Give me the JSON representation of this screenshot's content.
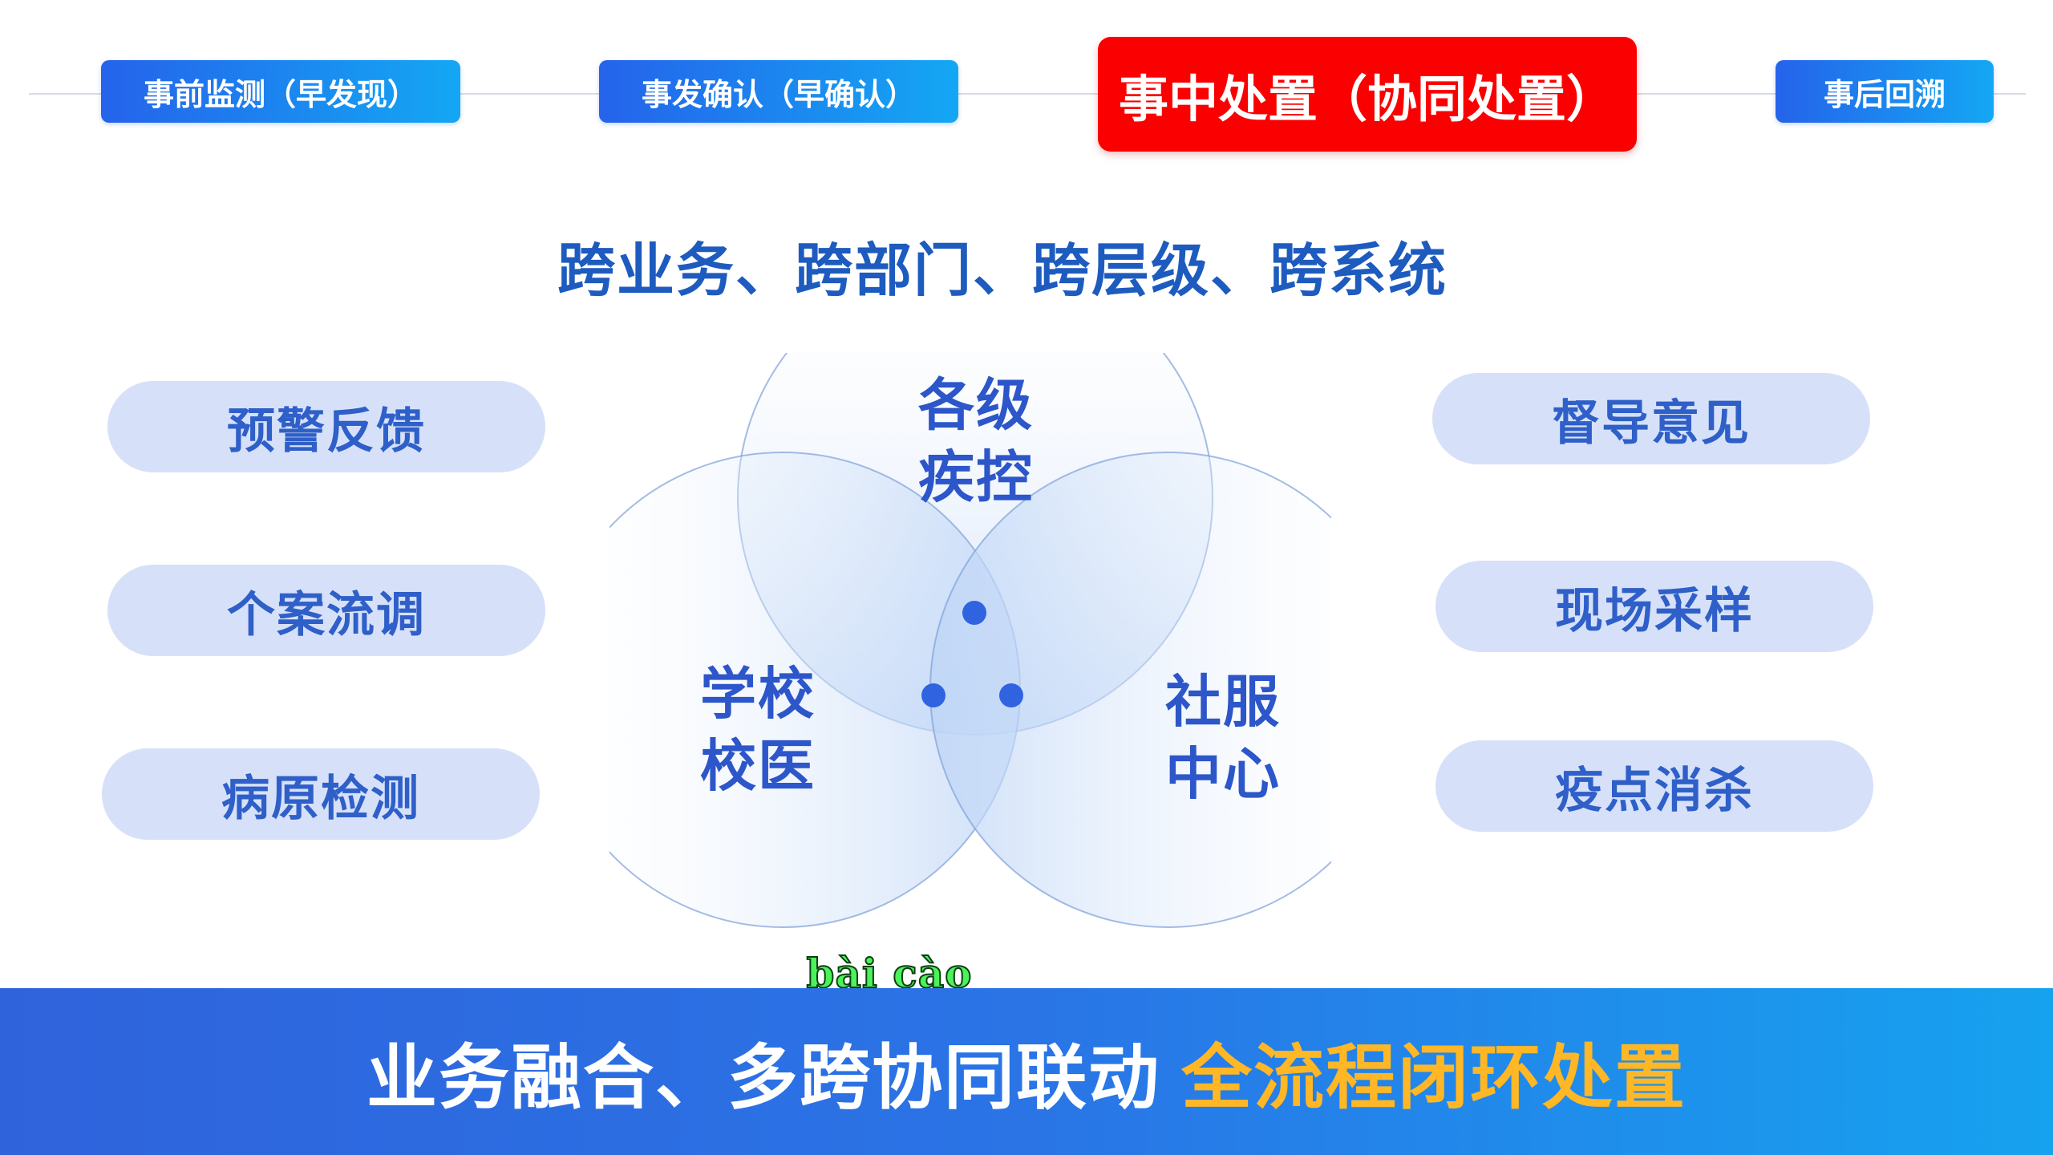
{
  "timeline": {
    "stages": [
      {
        "label": "事前监测（早发现）"
      },
      {
        "label": "事发确认（早确认）"
      },
      {
        "label": "事中处置（协同处置）",
        "active": true
      },
      {
        "label": "事后回溯"
      }
    ]
  },
  "headline": "跨业务、跨部门、跨层级、跨系统",
  "left_items": [
    "预警反馈",
    "个案流调",
    "病原检测"
  ],
  "right_items": [
    "督导意见",
    "现场采样",
    "疫点消杀"
  ],
  "venn": {
    "top": {
      "line1": "各级",
      "line2": "疾控"
    },
    "left": {
      "line1": "学校",
      "line2": "校医"
    },
    "right": {
      "line1": "社服",
      "line2": "中心"
    }
  },
  "overlay_caption": "bài cào",
  "footer": {
    "main_text": "业务融合、多跨协同联动",
    "highlight_text": "全流程闭环处置"
  },
  "colors": {
    "active_stage": "#fa0000",
    "stage_blue": "#2563eb",
    "headline": "#1e5bbf",
    "pill_bg": "#d6e1f9",
    "pill_text": "#2f5fc8",
    "footer_highlight": "#ffb726",
    "caption_green": "#4cf25a"
  }
}
